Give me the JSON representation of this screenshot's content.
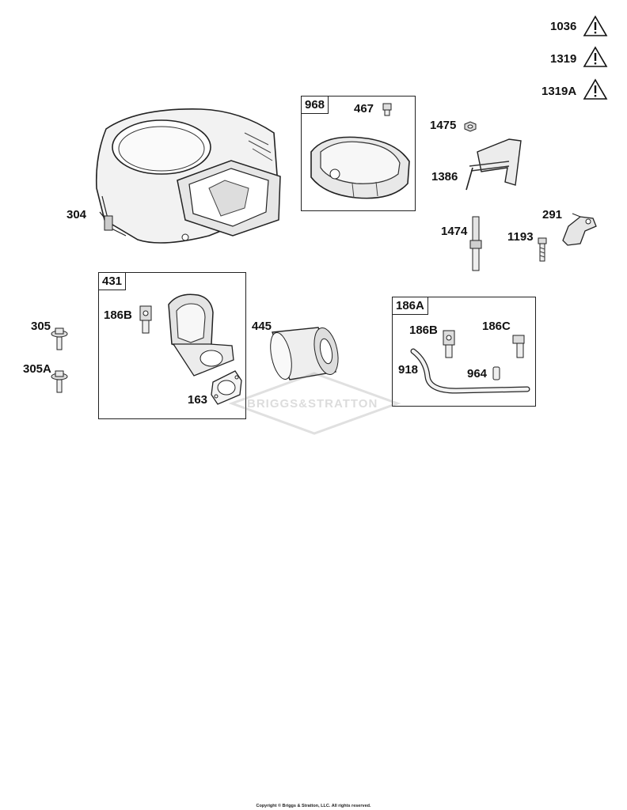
{
  "warnings": [
    {
      "id": "1036",
      "icon": "warning-triangle-icon"
    },
    {
      "id": "1319",
      "icon": "warning-triangle-icon"
    },
    {
      "id": "1319A",
      "icon": "warning-triangle-icon"
    }
  ],
  "kits": {
    "k968": {
      "tag": "968",
      "parts": {
        "p467": "467"
      }
    },
    "k431": {
      "tag": "431",
      "parts": {
        "p186b": "186B",
        "p163": "163"
      }
    },
    "k186a": {
      "tag": "186A",
      "parts": {
        "p186b": "186B",
        "p186c": "186C",
        "p918": "918",
        "p964": "964"
      }
    }
  },
  "parts": {
    "p304": "304",
    "p1475": "1475",
    "p1386": "1386",
    "p291": "291",
    "p1474": "1474",
    "p1193": "1193",
    "p305": "305",
    "p305a": "305A",
    "p445": "445"
  },
  "watermark": "BRIGGS&STRATTON",
  "copyright": "Copyright © Briggs & Stratton, LLC. All rights reserved."
}
